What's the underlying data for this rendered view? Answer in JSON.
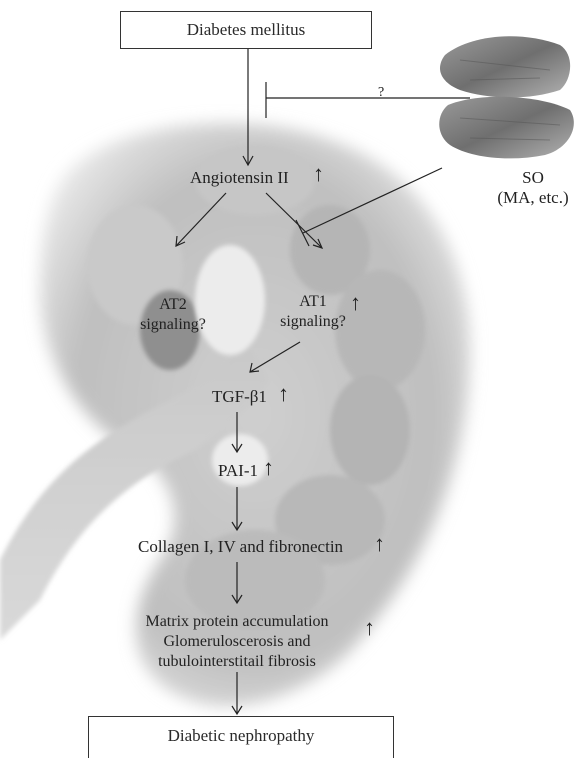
{
  "nodes": {
    "diabetes": "Diabetes mellitus",
    "angiotensin": "Angiotensin II",
    "at2_line1": "AT2",
    "at2_line2": "signaling?",
    "at1_line1": "AT1",
    "at1_line2": "signaling?",
    "tgf": "TGF-β1",
    "pai": "PAI-1",
    "collagen": "Collagen I, IV and fibronectin",
    "matrix_line1": "Matrix protein accumulation",
    "matrix_line2": "Glomeruloscerosis and",
    "matrix_line3": "tubulointerstitail fibrosis",
    "nephropathy": "Diabetic nephropathy"
  },
  "so": {
    "label": "SO",
    "sublabel": "(MA, etc.)",
    "question": "?"
  },
  "symbols": {
    "up_arrow": "↑",
    "down_arrow": "↓"
  },
  "colors": {
    "kidney_light": "#d8d8d8",
    "kidney_mid": "#bdbdbd",
    "kidney_dark": "#8a8a8a",
    "line": "#222222"
  }
}
